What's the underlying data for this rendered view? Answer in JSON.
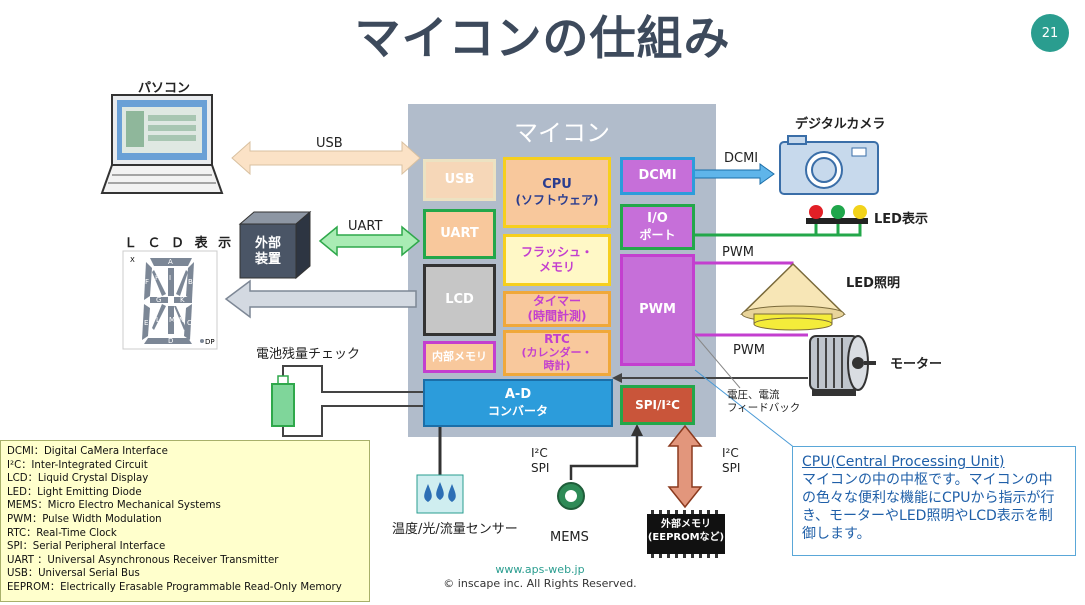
{
  "page": {
    "title": "マイコンの仕組み",
    "number": "21"
  },
  "mcu": {
    "title": "マイコン",
    "blocks": {
      "usb": "USB",
      "uart": "UART",
      "lcd": "LCD",
      "internal_memory": "内部メモリ",
      "cpu_line1": "CPU",
      "cpu_line2": "(ソフトウェア)",
      "flash_line1": "フラッシュ・",
      "flash_line2": "メモリ",
      "timer_line1": "タイマー",
      "timer_line2": "(時間計測)",
      "rtc_line1": "RTC",
      "rtc_line2": "(カレンダー・",
      "rtc_line3": "時計)",
      "dcmi": "DCMI",
      "io_line1": "I/O",
      "io_line2": "ポート",
      "pwm": "PWM",
      "adc_line1": "A-D",
      "adc_line2": "コンバータ",
      "spi_i2c": "SPI/I²C"
    }
  },
  "external": {
    "pc": "パソコン",
    "usb_link": "USB",
    "uart_link": "UART",
    "ext_device_line1": "外部",
    "ext_device_line2": "装置",
    "lcd_display": "Ｌ Ｃ Ｄ 表 示",
    "battery_check": "電池残量チェック",
    "sensor": "温度/光/流量センサー",
    "mems": "MEMS",
    "i2c_spi_left_1": "I²C",
    "i2c_spi_left_2": "SPI",
    "i2c_spi_right_1": "I²C",
    "i2c_spi_right_2": "SPI",
    "ext_memory_line1": "外部メモリ",
    "ext_memory_line2": "(EEPROMなど)",
    "camera": "デジタルカメラ",
    "dcmi_link": "DCMI",
    "led_display": "LED表示",
    "pwm_upper": "PWM",
    "led_lighting": "LED照明",
    "pwm_lower": "PWM",
    "motor": "モーター",
    "feedback_line1": "電圧、電流",
    "feedback_line2": "フィードバック"
  },
  "lcd_segments": [
    "X",
    "A",
    "F",
    "H",
    "I",
    "J",
    "B",
    "G",
    "K",
    "E",
    "L",
    "M",
    "N",
    "C",
    "D",
    "DP"
  ],
  "legend": [
    "DCMI：Digital CaMera Interface",
    "I²C：Inter-Integrated Circuit",
    "LCD：Liquid Crystal Display",
    "LED：Light Emitting Diode",
    "MEMS：Micro Electro Mechanical Systems",
    "PWM：Pulse Width Modulation",
    "RTC：Real-Time Clock",
    "SPI：Serial Peripheral Interface",
    "UART ：Universal Asynchronous Receiver Transmitter",
    "USB：Universal Serial Bus",
    "EEPROM：Electrically Erasable Programmable Read-Only Memory"
  ],
  "note": {
    "heading": "CPU(Central Processing Unit)",
    "body": "マイコンの中の中枢です。マイコンの中の色々な便利な機能にCPUから指示が行き、モーターやLED照明やLCD表示を制御します。"
  },
  "footer": {
    "url": "www.aps-web.jp",
    "copyright": "© inscape inc. All Rights Reserved."
  },
  "colors": {
    "title": "#3d4a5c",
    "mcu_bg": "#b1bccb",
    "orange_fill": "#f8c89c",
    "orange_border": "#f0a83a",
    "yellow_border": "#f6cf1e",
    "green": "#23a74a",
    "purple": "#c33fcf",
    "blue": "#2c9cdb",
    "brown": "#8b3a1e",
    "legend_bg": "#ffffcc",
    "note_text": "#1f5fa8"
  }
}
